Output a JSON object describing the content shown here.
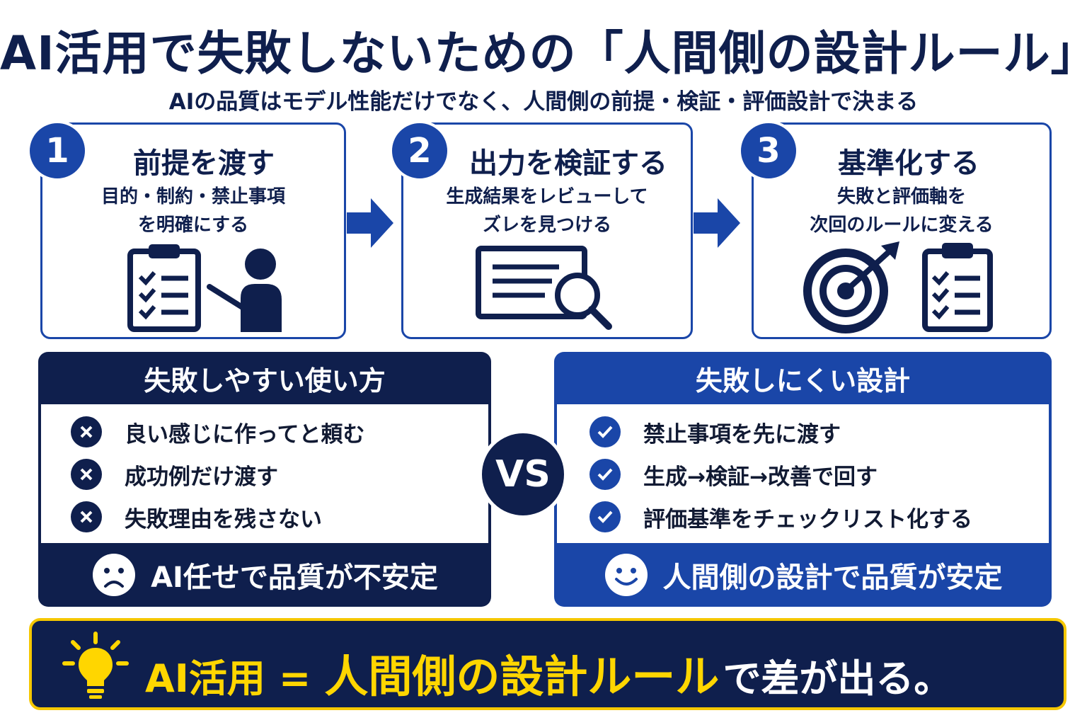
{
  "title": "AI活用で失敗しないための「人間側の設計ルール」",
  "subtitle": "AIの品質はモデル性能だけでなく、人間側の前提・検証・評価設計で決まる",
  "steps": [
    {
      "number": "1",
      "title": "前提を渡す",
      "desc_line1": "目的・制約・禁止事項",
      "desc_line2": "を明確にする",
      "icons": [
        "clipboard-checklist-icon",
        "presenter-icon"
      ]
    },
    {
      "number": "2",
      "title": "出力を検証する",
      "desc_line1": "生成結果をレビューして",
      "desc_line2": "ズレを見つける",
      "icons": [
        "document-magnifier-icon"
      ]
    },
    {
      "number": "3",
      "title": "基準化する",
      "desc_line1": "失敗と評価軸を",
      "desc_line2": "次回のルールに変える",
      "icons": [
        "target-arrow-icon",
        "clipboard-checklist-icon"
      ]
    }
  ],
  "bad": {
    "title": "失敗しやすい使い方",
    "items": [
      "良い感じに作ってと頼む",
      "成功例だけ渡す",
      "失敗理由を残さない"
    ],
    "footer": "AI任せで品質が不安定",
    "icon": "sad-face-icon"
  },
  "vs": "VS",
  "good": {
    "title": "失敗しにくい設計",
    "items": [
      "禁止事項を先に渡す",
      "生成→検証→改善で回す",
      "評価基準をチェックリスト化する"
    ],
    "footer": "人間側の設計で品質が安定",
    "icon": "smile-face-icon"
  },
  "banner": {
    "part1": "AI活用",
    "eq": "=",
    "part2": "人間側の設計ルール",
    "part3": "で差が出る。",
    "icon": "lightbulb-icon"
  },
  "colors": {
    "navy": "#0f1f4d",
    "blue": "#1a46a8",
    "yellow": "#ffd600"
  }
}
